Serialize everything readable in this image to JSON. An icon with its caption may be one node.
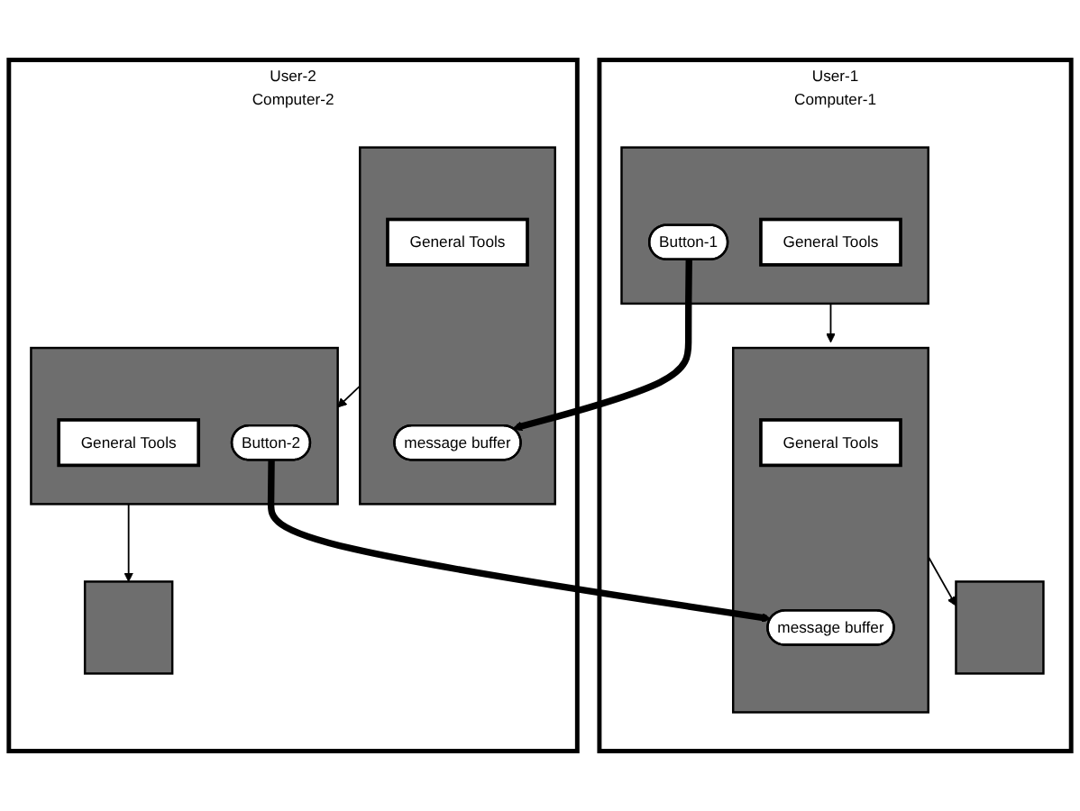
{
  "diagram": {
    "nodes": [
      {
        "text": [
          "User-1",
          "Computer-1"
        ]
      },
      {
        "text": [],
        "shape": "box",
        "in": 0
      },
      {
        "text": [
          "General Tools"
        ],
        "in": 1
      },
      {
        "text": [
          "Button-1"
        ],
        "in": 1
      },
      {
        "text": [],
        "shape": "box",
        "in": 0
      },
      {
        "text": [
          "General Tools"
        ],
        "in": 4
      },
      {
        "text": [
          "message buffer"
        ],
        "in": 4
      },
      {
        "text": [],
        "shape": "box",
        "in": 0
      },
      {
        "text": [
          "User-2",
          "Computer-2"
        ]
      },
      {
        "text": [],
        "shape": "box",
        "in": 8
      },
      {
        "text": [
          "General Tools"
        ],
        "in": 9
      },
      {
        "text": [
          "message buffer"
        ],
        "in": 9
      },
      {
        "text": [],
        "shape": "box",
        "in": 8
      },
      {
        "text": [
          "General Tools"
        ],
        "in": 12
      },
      {
        "text": [
          "Button-2"
        ],
        "in": 12
      },
      {
        "text": [],
        "shape": "box",
        "in": 8
      }
    ],
    "edges": [
      {
        "from": 1,
        "to": 4,
        "arrow": "to"
      },
      {
        "from": 4,
        "to": 7,
        "arrow": "to"
      },
      {
        "from": 3,
        "to": 11,
        "arrow": "to",
        "style": "thick"
      },
      {
        "from": 9,
        "to": 12,
        "arrow": "to"
      },
      {
        "from": 12,
        "to": 15,
        "arrow": "to"
      },
      {
        "from": 14,
        "to": 6,
        "arrow": "to",
        "style": "thick"
      }
    ]
  }
}
